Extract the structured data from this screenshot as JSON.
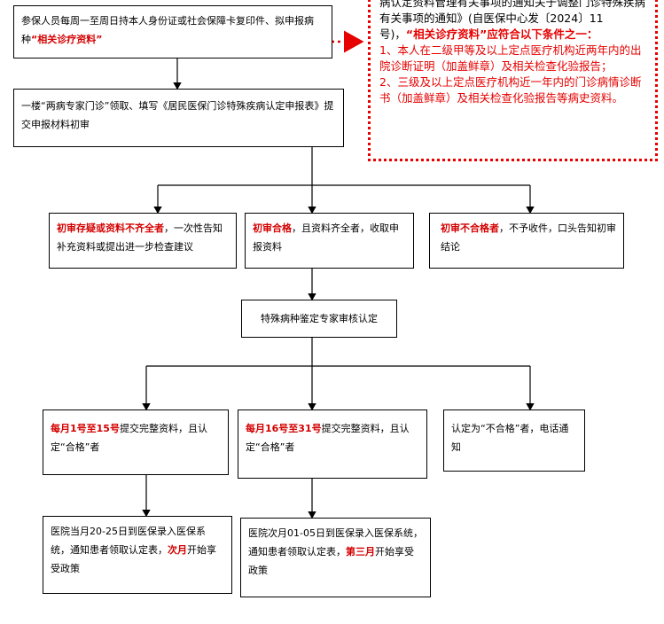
{
  "colors": {
    "accent_red": "#d40000",
    "note_border": "#e60000",
    "line": "#000000"
  },
  "step1": {
    "text_a": "参保人员每周一至周日持本人身份证或社会保障卡复印件、拟申报病种",
    "text_red": "“相关诊疗资料”"
  },
  "step2": {
    "text": "一楼“两病专家门诊”领取、填写《居民医保门诊特殊疾病认定申报表》提交申报材料初审"
  },
  "note": {
    "para1_a": "病认定资料管理有关事项的通知关于调整门诊特殊疾病有关事项的通知》(自医保中心发〔2024〕11号)，",
    "para1_red": "“相关诊疗资料”应符合以下条件之一：",
    "item1": "1、本人在二级甲等及以上定点医疗机构近两年内的出院诊断证明（加盖鲜章）及相关检查化验报告；",
    "item2": "2、三级及以上定点医疗机构近一年内的门诊病情诊断书（加盖鲜章）及相关检查化验报告等病史资料。"
  },
  "initial_review": {
    "doubt": {
      "red": "初审存疑或资料不齐全者",
      "text": "，一次性告知补充资料或提出进一步检查建议"
    },
    "pass": {
      "red": "初审合格",
      "text": "，且资料齐全者，收取申报资料"
    },
    "fail": {
      "red": "初审不合格者",
      "text": "，不予收件，口头告知初审结论"
    }
  },
  "expert_review": {
    "text": "特殊病种鉴定专家审核认定"
  },
  "results": {
    "early": {
      "red1": "每月1号至15号",
      "text": "提交完整资料，且认定“合格”者"
    },
    "late": {
      "red1": "每月16号至31号",
      "text": "提交完整资料，且认定“合格”者"
    },
    "unqualified": {
      "text": "认定为“不合格”者，电话通知"
    }
  },
  "final": {
    "early": {
      "text_a": "医院当月20-25日到医保录入医保系统，通知患者领取认定表，",
      "red": "次月",
      "text_b": "开始享受政策"
    },
    "late": {
      "text_a": "医院次月01-05日到医保录入医保系统，通知患者领取认定表，",
      "red": "第三月",
      "text_b": "开始享受政策"
    }
  }
}
